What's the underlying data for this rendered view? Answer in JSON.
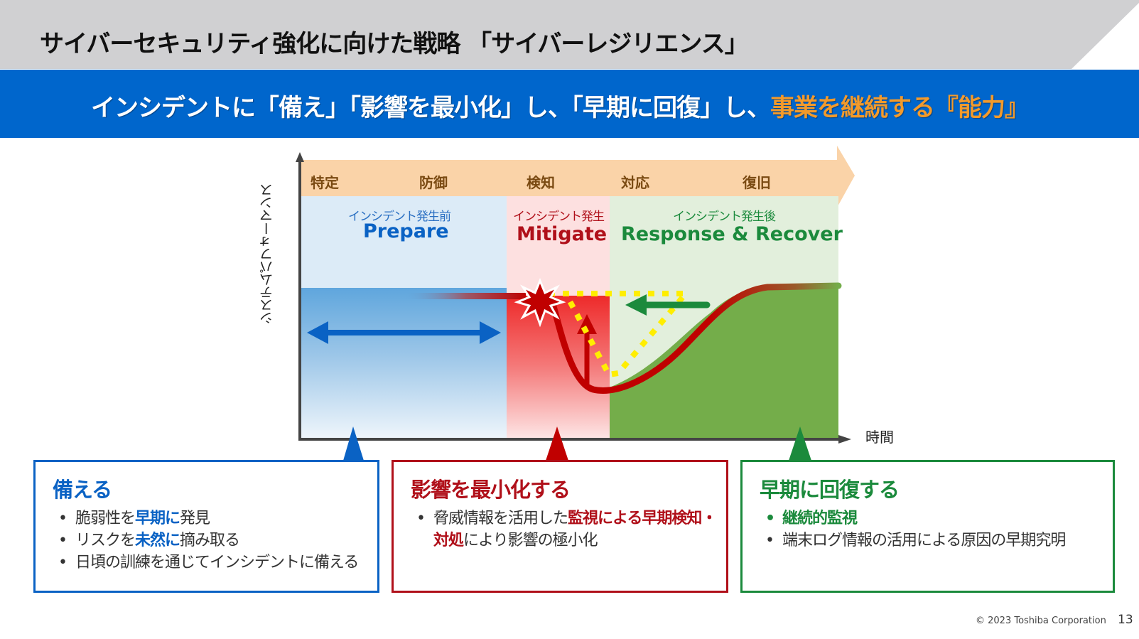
{
  "header": {
    "title": "サイバーセキュリティ強化に向けた戦略 「サイバーレジリエンス」"
  },
  "banner": {
    "text_main": "インシデントに「備え」「影響を最小化」し、「早期に回復」し、",
    "text_accent": "事業を継続する『能力』"
  },
  "diagram": {
    "y_axis_label": "システムパフォーマンス",
    "x_axis_label": "時間",
    "phases": [
      {
        "label": "特定"
      },
      {
        "label": "防御"
      },
      {
        "label": "検知"
      },
      {
        "label": "対応"
      },
      {
        "label": "復旧"
      }
    ],
    "zones": [
      {
        "sub": "インシデント発生前",
        "main": "Prepare",
        "color": "#0a62c4"
      },
      {
        "sub": "インシデント発生",
        "main": "Mitigate",
        "color": "#b0101a"
      },
      {
        "sub": "インシデント発生後",
        "main": "Response & Recover",
        "color": "#1b8a3c"
      }
    ],
    "colors": {
      "phase_bar": "#fad3a8",
      "prepare_bg": "#dcebf7",
      "mitigate_bg": "#fde0e0",
      "recover_bg": "#e2efdc",
      "recover_fill": "#74ad4a",
      "curve": "#c00000",
      "dotted": "#ffee00",
      "blue_arrow": "#0a62c4",
      "green_arrow": "#1b8a3c"
    }
  },
  "cards": [
    {
      "title": "備える",
      "items": [
        {
          "pre": "脆弱性を",
          "hl": "早期に",
          "post": "発見"
        },
        {
          "pre": "リスクを",
          "hl": "未然に",
          "post": "摘み取る"
        },
        {
          "pre": "日頃の訓練を通じてインシデントに備える",
          "hl": "",
          "post": ""
        }
      ]
    },
    {
      "title": "影響を最小化する",
      "items": [
        {
          "pre": "脅威情報を活用した",
          "hl": "監視による早期検知・対処",
          "post": "により影響の極小化"
        }
      ]
    },
    {
      "title": "早期に回復する",
      "items": [
        {
          "pre": "",
          "hl": "継続的監視",
          "post": ""
        },
        {
          "pre": "端末ログ情報の活用による原因の早期究明",
          "hl": "",
          "post": ""
        }
      ]
    }
  ],
  "footer": {
    "copyright": "© 2023 Toshiba Corporation",
    "page_number": "13"
  }
}
